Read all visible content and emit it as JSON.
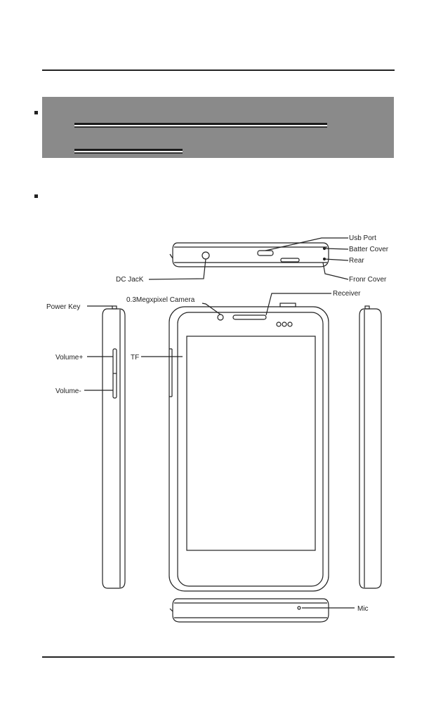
{
  "labels": {
    "usb_port": "Usb Port",
    "battery_cover": "Batter Cover",
    "rear": "Rear",
    "front_cover": "Fronr Cover",
    "dc_jack": "DC JacK",
    "camera": "0.3Megxpixel Camera",
    "receiver": "Receiver",
    "power_key": "Power Key",
    "volume_plus": "Volume+",
    "volume_minus": "Volume-",
    "tf": "TF",
    "mic": "Mic"
  },
  "colors": {
    "line": "#222222",
    "banner": "#8a8a8a"
  }
}
